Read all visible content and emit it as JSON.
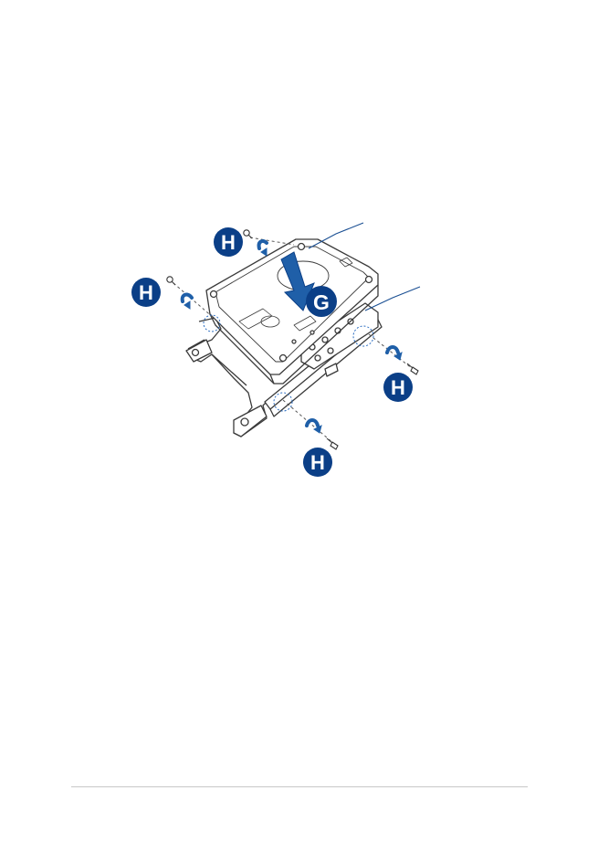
{
  "diagram": {
    "colors": {
      "badge": "#0b3f87",
      "arrow": "#1f5fa8",
      "line": "#3a3a3a",
      "leader": "#1a4f93"
    },
    "badges": [
      {
        "id": "h-top",
        "letter": "H",
        "icon": "screw-step-badge"
      },
      {
        "id": "h-left",
        "letter": "H",
        "icon": "screw-step-badge"
      },
      {
        "id": "g-center",
        "letter": "G",
        "icon": "insert-drive-step-badge"
      },
      {
        "id": "h-right",
        "letter": "H",
        "icon": "screw-step-badge"
      },
      {
        "id": "h-bottom",
        "letter": "H",
        "icon": "screw-step-badge"
      }
    ]
  }
}
